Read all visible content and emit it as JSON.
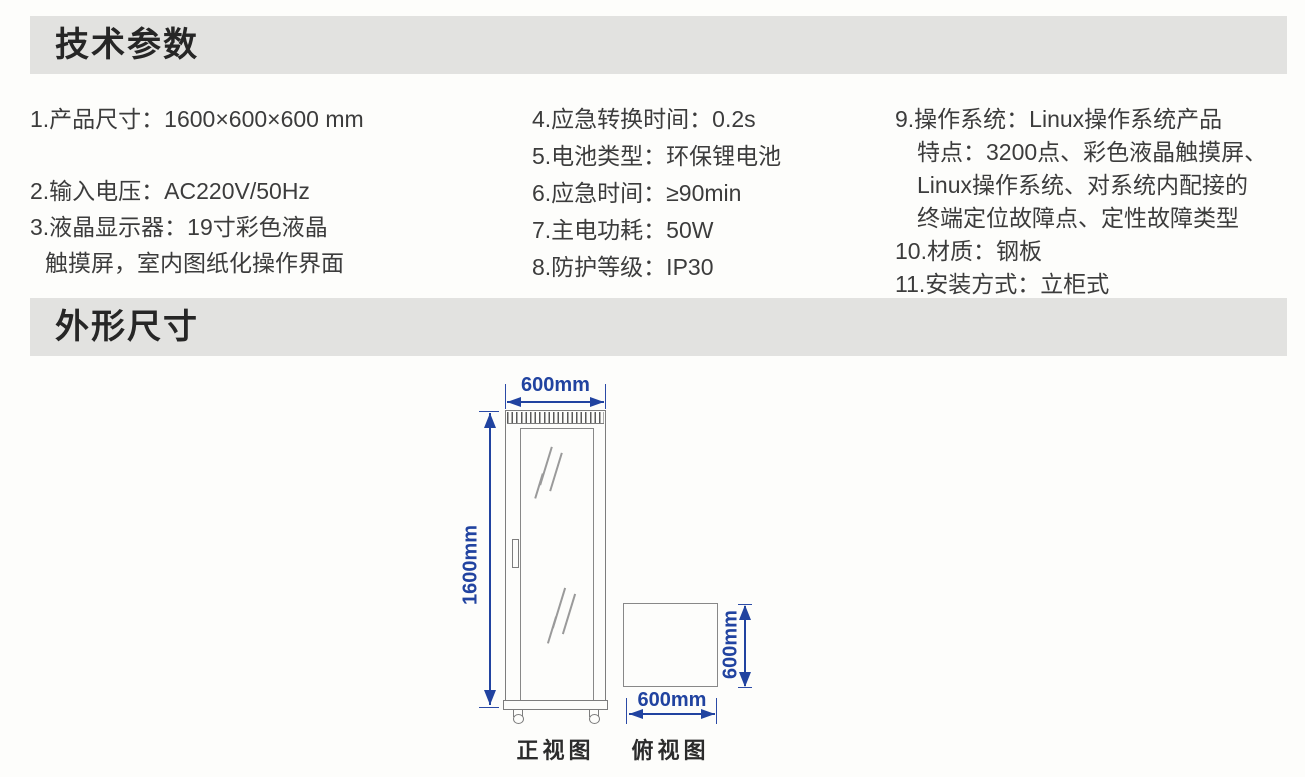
{
  "sections": {
    "tech_title": "技术参数",
    "dims_title": "外形尺寸"
  },
  "specs": {
    "col1": [
      "1.产品尺寸：1600×600×600 mm",
      "2.输入电压：AC220V/50Hz",
      "3.液晶显示器：19寸彩色液晶",
      "触摸屏，室内图纸化操作界面"
    ],
    "col2": [
      "4.应急转换时间：0.2s",
      "5.电池类型：环保锂电池",
      "6.应急时间：≥90min",
      "7.主电功耗：50W",
      "8.防护等级：IP30"
    ],
    "col3": [
      "9.操作系统：Linux操作系统产品",
      "特点：3200点、彩色液晶触摸屏、",
      "Linux操作系统、对系统内配接的",
      "终端定位故障点、定性故障类型",
      "10.材质：钢板",
      "11.安装方式：立柜式"
    ]
  },
  "drawing": {
    "front_width_label": "600mm",
    "front_height_label": "1600mm",
    "top_view_depth_label": "600mm",
    "top_view_width_label": "600mm",
    "front_view_caption": "正视图",
    "top_view_caption": "俯视图"
  },
  "colors": {
    "dimension_blue": "#2143a0",
    "header_bar_bg": "#e2e2e0",
    "body_text": "#3c3c3c"
  }
}
